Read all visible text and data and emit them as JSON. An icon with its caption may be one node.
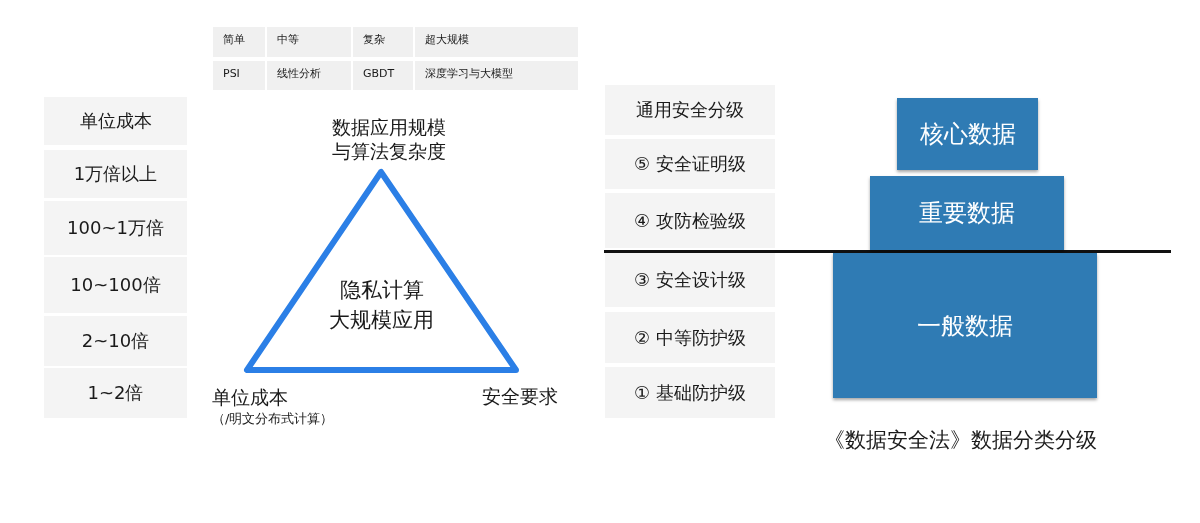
{
  "diagram": {
    "nodes": [
      {
        "text": [
          "隐私计算大规模应用"
        ],
        "beside": [
          "数据应用规模与算法复杂度",
          "单位成本",
          "（/明文分布式计算）",
          "安全要求"
        ]
      },
      {
        "text": [
          "核心数据"
        ]
      },
      {
        "text": [
          "重要数据"
        ]
      },
      {
        "text": [
          "一般数据"
        ]
      }
    ],
    "labels": [
      "简单",
      "中等",
      "复杂",
      "超大规模",
      "PSI",
      "线性分析",
      "GBDT",
      "深度学习与大模型",
      "单位成本",
      "1万倍以上",
      "100~1万倍",
      "10~100倍",
      "2~10倍",
      "1~2倍",
      "通用安全分级",
      "⑤ 安全证明级",
      "④ 攻防检验级",
      "③ 安全设计级",
      "② 中等防护级",
      "① 基础防护级",
      "《数据安全法》数据分类分级"
    ]
  }
}
